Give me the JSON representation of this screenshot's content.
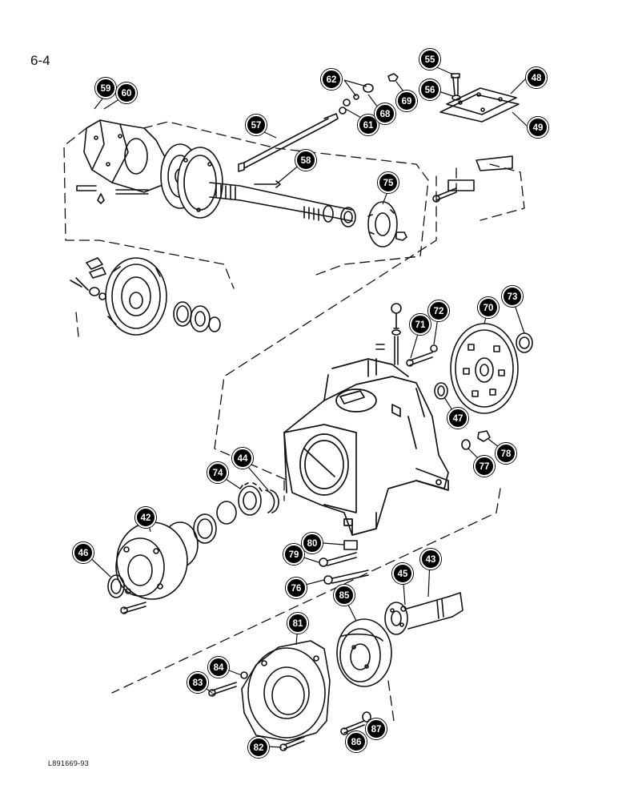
{
  "page": {
    "number": "6-4",
    "figure_code": "L891669-93"
  },
  "callouts": [
    "42",
    "43",
    "44",
    "45",
    "46",
    "47",
    "48",
    "49",
    "55",
    "56",
    "57",
    "58",
    "59",
    "60",
    "61",
    "62",
    "68",
    "69",
    "70",
    "71",
    "72",
    "73",
    "74",
    "75",
    "76",
    "77",
    "78",
    "79",
    "80",
    "81",
    "82",
    "83",
    "84",
    "85",
    "86",
    "87"
  ]
}
